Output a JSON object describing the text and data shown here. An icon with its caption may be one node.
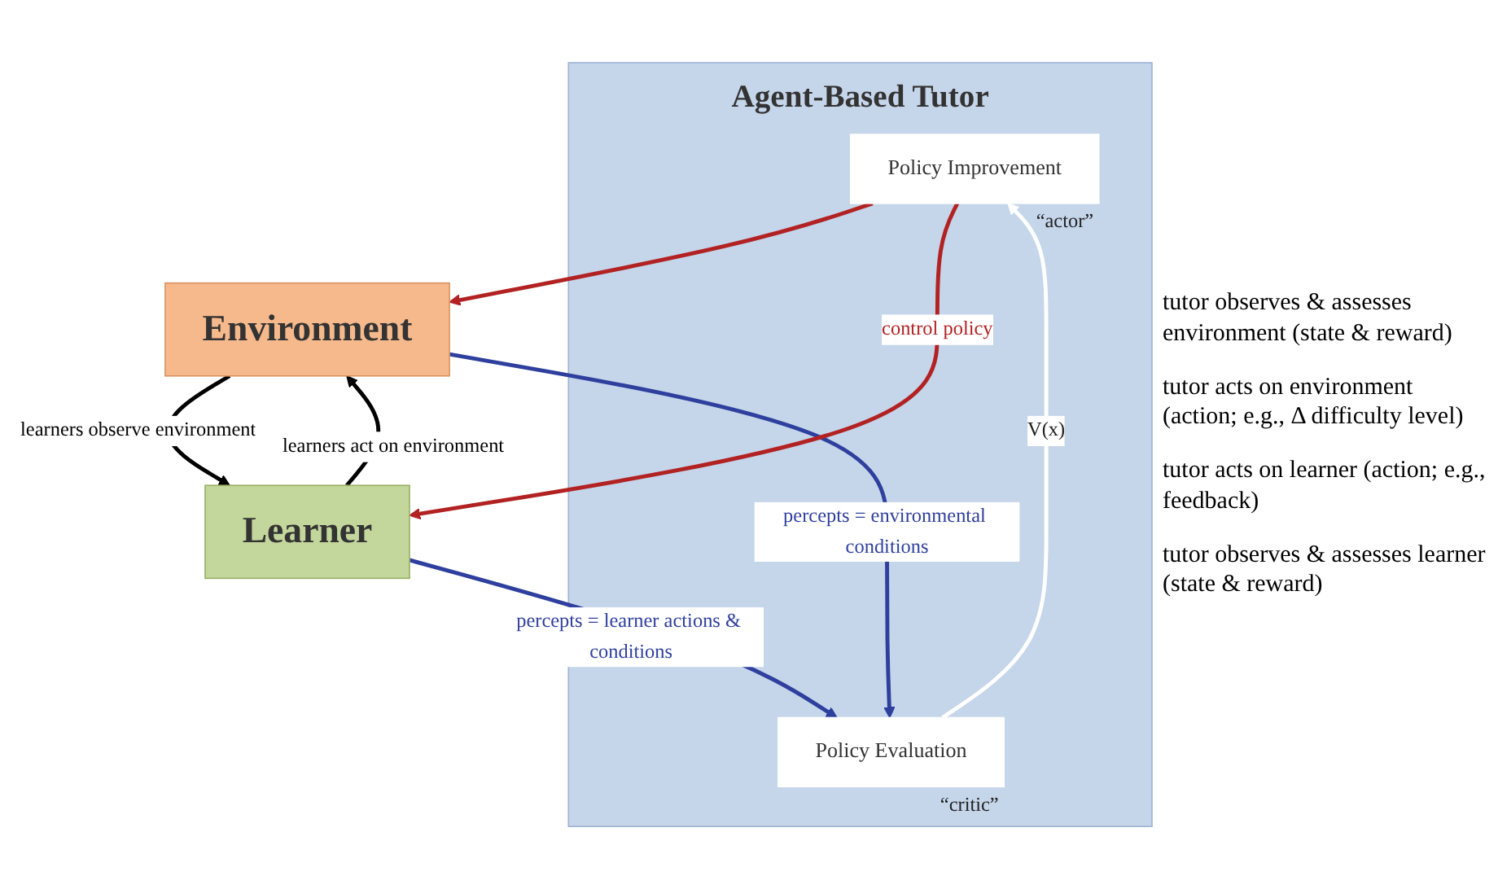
{
  "diagram": {
    "nodes": [
      {
        "text": [
          "Agent-Based Tutor"
        ]
      },
      {
        "text": [
          "Policy Improvement"
        ],
        "in": 0,
        "beside": [
          "“actor”"
        ]
      },
      {
        "text": [
          "Policy Evaluation"
        ],
        "in": 0,
        "beside": [
          "“critic”"
        ]
      },
      {
        "text": [
          "Environment"
        ]
      },
      {
        "text": [
          "Learner"
        ]
      }
    ],
    "edges": [
      {
        "from": 3,
        "to": 2,
        "arrow": "to",
        "label": "percepts = environmental conditions",
        "color": "#2e3f9e"
      },
      {
        "from": 2,
        "to": 1,
        "arrow": "to",
        "label": "V(x)",
        "color": "#ffffff"
      },
      {
        "from": 1,
        "to": 3,
        "arrow": "to",
        "color": "#b22222"
      },
      {
        "from": 1,
        "to": 4,
        "arrow": "to",
        "label": "control policy",
        "color": "#b22222"
      },
      {
        "from": 4,
        "to": 2,
        "arrow": "to",
        "label": "percepts = learner actions & conditions",
        "color": "#2e3f9e"
      },
      {
        "from": 4,
        "to": 3,
        "arrow": "to",
        "label": "learners act on environment",
        "color": "#000000"
      },
      {
        "from": 3,
        "to": 4,
        "arrow": "to",
        "label": "learners observe environment",
        "color": "#000000"
      }
    ],
    "labels": [
      "tutor observes & assesses environment (state & reward)",
      "tutor acts on environment (action; e.g., Δ difficulty level)",
      "tutor acts on learner (action; e.g., feedback)",
      "tutor observes & assesses learner (state & reward)"
    ]
  }
}
